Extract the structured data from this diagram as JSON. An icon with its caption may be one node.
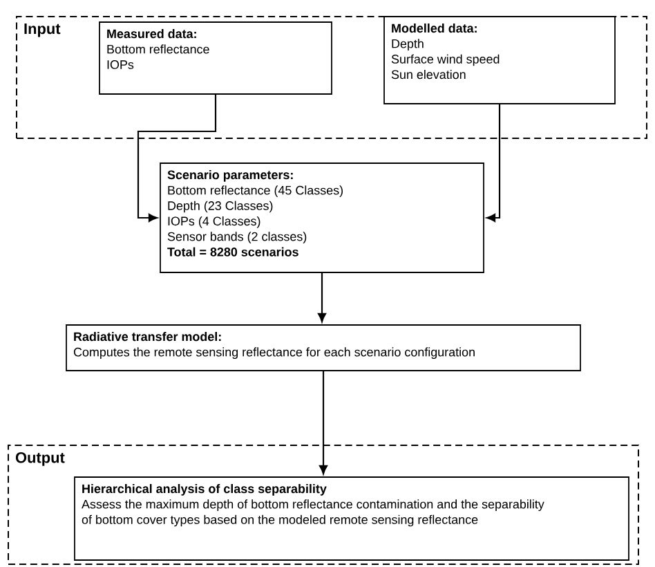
{
  "diagram": {
    "nodes": [
      {
        "text": [
          "Input"
        ]
      },
      {
        "text": [
          "Measured data:",
          "Bottom reflectance",
          "IOPs"
        ],
        "in": 0
      },
      {
        "text": [
          "Modelled data:",
          "Depth",
          "Surface wind speed",
          "Sun elevation"
        ],
        "in": 0
      },
      {
        "text": [
          "Scenario parameters:",
          "Bottom reflectance (45 Classes)",
          "Depth (23 Classes)",
          "IOPs (4 Classes)",
          "Sensor bands (2 classes)",
          "Total = 8280 scenarios"
        ]
      },
      {
        "text": [
          "Radiative transfer model:",
          "Computes the remote sensing reflectance for each scenario configuration"
        ]
      },
      {
        "text": [
          "Output"
        ]
      },
      {
        "text": [
          "Hierarchical analysis of class separability",
          "Assess the maximum depth of bottom reflectance contamination and the separability of bottom cover types based on the modeled remote sensing reflectance"
        ],
        "in": 5
      }
    ],
    "edges": [
      {
        "from": 1,
        "to": 3,
        "arrow": "to"
      },
      {
        "from": 2,
        "to": 3,
        "arrow": "to"
      },
      {
        "from": 3,
        "to": 4,
        "arrow": "to"
      },
      {
        "from": 4,
        "to": 6,
        "arrow": "to"
      }
    ]
  }
}
